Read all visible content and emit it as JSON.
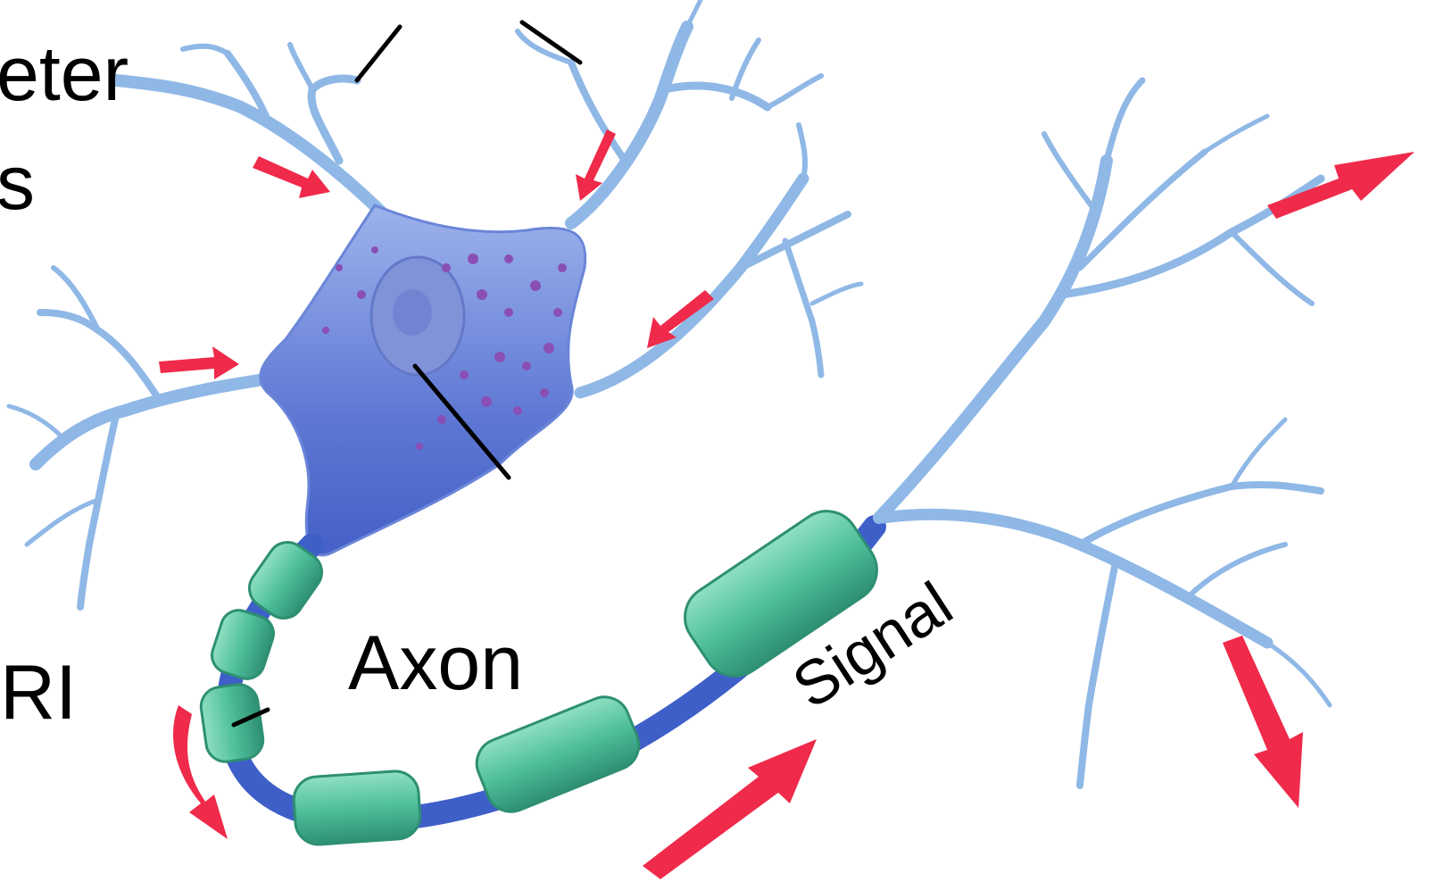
{
  "labels": {
    "eter": "eter",
    "s": "s",
    "ri": "RI",
    "axon": "Axon",
    "signal": "Signal"
  },
  "colors": {
    "dendrite": "#8fb8e6",
    "dendrite_edge": "#6a96d1",
    "soma": "#5b73cf",
    "soma_light": "#8ea4e6",
    "nucleus": "#7e8fd6",
    "granules": "#8a4fb5",
    "myelin": "#4fbf9a",
    "myelin_edge": "#2e8f73",
    "node": "#3f5fc8",
    "arrow": "#ef2a4a",
    "pointer": "#000000"
  },
  "icons": [
    "signal-arrow-icon"
  ]
}
